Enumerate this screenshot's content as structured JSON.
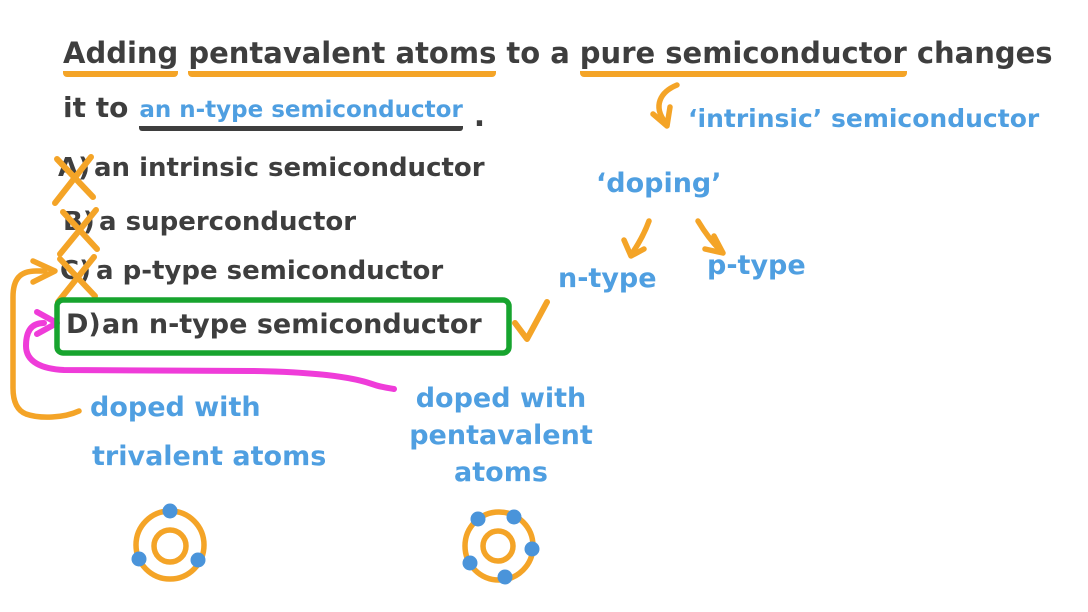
{
  "colors": {
    "bg": "#ffffff",
    "ink": "#3e3e3e",
    "orange": "#f4a427",
    "blue": "#4f9fe1",
    "dotblue": "#4a94da",
    "magenta": "#ef3cd9",
    "green": "#17a42e"
  },
  "question": {
    "line1_parts": [
      {
        "text": "Adding",
        "underlined": true
      },
      {
        "text": "pentavalent atoms",
        "underlined": true
      },
      {
        "text": "to a",
        "underlined": false
      },
      {
        "text": "pure semiconductor",
        "underlined": true
      },
      {
        "text": "changes",
        "underlined": false
      }
    ],
    "line2_prefix": "it to",
    "line2_answer": "an n-type semiconductor",
    "line2_period": "."
  },
  "options": [
    {
      "letter": "A)",
      "label": "an intrinsic semiconductor",
      "status": "crossed-out"
    },
    {
      "letter": "B)",
      "label": "a superconductor",
      "status": "crossed-out"
    },
    {
      "letter": "C)",
      "label": "a p-type semiconductor",
      "status": "crossed-out"
    },
    {
      "letter": "D)",
      "label": "an n-type semiconductor",
      "status": "correct-boxed-and-checked"
    }
  ],
  "annotations": {
    "intrinsic_label": "‘intrinsic’ semiconductor",
    "doping_label": "‘doping’",
    "n_type_label": "n-type",
    "p_type_label": "p-type",
    "trivalent_note_line1": "doped with",
    "trivalent_note_line2": "trivalent atoms",
    "pentavalent_note_line1": "doped with",
    "pentavalent_note_line2": "pentavalent",
    "pentavalent_note_line3": "atoms"
  },
  "marks": {
    "cross_outs": [
      "A",
      "B",
      "C"
    ],
    "check_on": "D",
    "boxed_option": "D",
    "arrows": [
      "orange-hook-arrow-to-intrinsic",
      "orange-margin-arrow-c-to-trivalent-note",
      "magenta-arrow-d-to-pentavalent-note",
      "orange-arrow-doping-to-n-type",
      "orange-arrow-doping-to-p-type"
    ]
  },
  "atom_diagrams": {
    "trivalent_atom_electrons": 3,
    "pentavalent_atom_electrons": 5
  }
}
